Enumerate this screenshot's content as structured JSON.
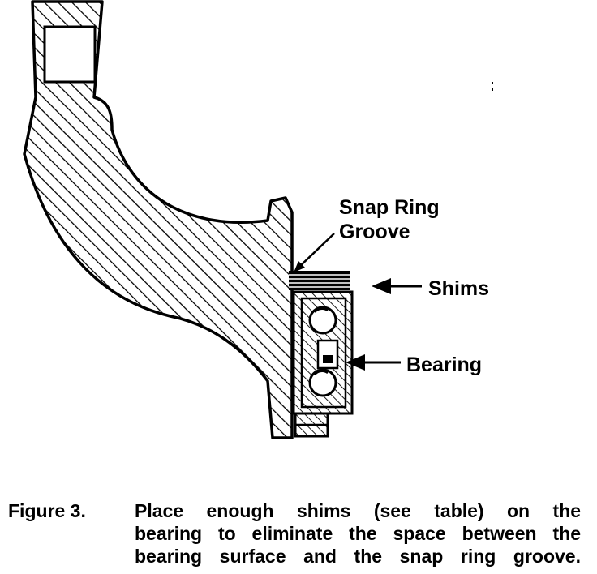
{
  "labels": {
    "snap_ring_groove_line1": "Snap Ring",
    "snap_ring_groove_line2": "Groove",
    "shims": "Shims",
    "bearing": "Bearing"
  },
  "caption": {
    "figure_number": "Figure 3.",
    "lines": [
      "Place enough shims (see table) on the",
      "bearing to eliminate the space between the",
      "bearing surface and the snap ring groove."
    ]
  },
  "colors": {
    "ink": "#000000",
    "paper": "#ffffff"
  }
}
